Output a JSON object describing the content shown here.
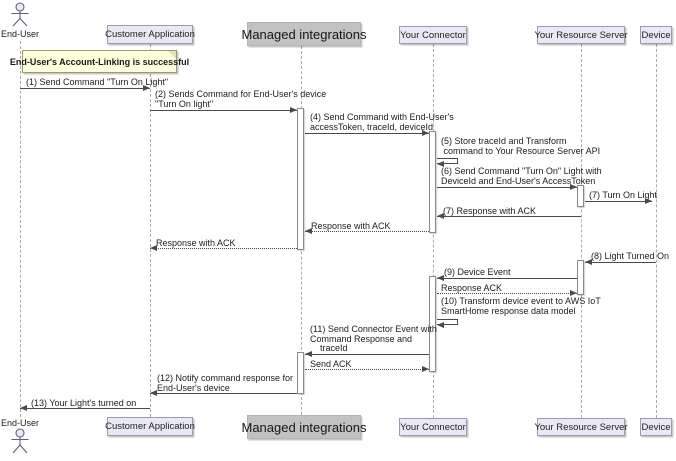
{
  "participants": [
    {
      "label": "End-User",
      "type": "actor"
    },
    {
      "label": "Customer Application",
      "type": "participant"
    },
    {
      "label": "Managed integrations",
      "type": "emphasized"
    },
    {
      "label": "Your Connector",
      "type": "participant"
    },
    {
      "label": "Your Resource Server",
      "type": "participant"
    },
    {
      "label": "Device",
      "type": "participant"
    }
  ],
  "note": {
    "text": "End-User's Account-Linking is successful"
  },
  "messages": [
    {
      "label": "(1) Send Command \"Turn On Light\"",
      "from": "End-User",
      "to": "Customer Application",
      "style": "solid"
    },
    {
      "label": "(2) Sends Command for End-User's device\n\"Turn On light\"",
      "from": "Customer Application",
      "to": "Managed integrations",
      "style": "solid"
    },
    {
      "label": "(4) Send Command with End-User's\naccessToken, traceId, deviceId",
      "from": "Managed integrations",
      "to": "Your Connector",
      "style": "solid"
    },
    {
      "label": "(5) Store traceId and Transform\n command to Your Resource Server API",
      "from": "Your Connector",
      "to": "Your Connector",
      "style": "self"
    },
    {
      "label": "(6) Send Command \"Turn On\" Light with\nDeviceId and End-User's AccessToken",
      "from": "Your Connector",
      "to": "Your Resource Server",
      "style": "solid"
    },
    {
      "label": "(7) Turn On Light",
      "from": "Your Resource Server",
      "to": "Device",
      "style": "solid"
    },
    {
      "label": "(7) Response with ACK",
      "from": "Your Resource Server",
      "to": "Your Connector",
      "style": "solid"
    },
    {
      "label": "Response with ACK",
      "from": "Your Connector",
      "to": "Managed integrations",
      "style": "dotted"
    },
    {
      "label": "Response with ACK",
      "from": "Managed integrations",
      "to": "Customer Application",
      "style": "dotted"
    },
    {
      "label": "(8) Light Turned On",
      "from": "Device",
      "to": "Your Resource Server",
      "style": "solid"
    },
    {
      "label": "(9) Device Event",
      "from": "Your Resource Server",
      "to": "Your Connector",
      "style": "solid"
    },
    {
      "label": "Response ACK",
      "from": "Your Connector",
      "to": "Your Resource Server",
      "style": "dotted"
    },
    {
      "label": "(10) Transform device event to AWS IoT\nSmartHome response data model",
      "from": "Your Connector",
      "to": "Your Connector",
      "style": "self"
    },
    {
      "label": "(11) Send Connector Event with\nCommand Response and\n    traceId",
      "from": "Your Connector",
      "to": "Managed integrations",
      "style": "solid"
    },
    {
      "label": "Send ACK",
      "from": "Managed integrations",
      "to": "Your Connector",
      "style": "dotted"
    },
    {
      "label": "(12) Notify command response for\nEnd-User's device",
      "from": "Managed integrations",
      "to": "Customer Application",
      "style": "solid"
    },
    {
      "label": "(13) Your Light's turned on",
      "from": "Customer Application",
      "to": "End-User",
      "style": "solid"
    }
  ],
  "colors": {
    "participant_fill": "#e9e9f5",
    "participant_border": "#9a9ab5",
    "managed_fill": "#c2c2c2",
    "note_fill": "#feffdd",
    "note_border": "#9b9b6b",
    "line": "#4a4a4a",
    "lifeline": "#ababab",
    "activation_fill": "#ffffff",
    "activation_border": "#8a8a8a"
  }
}
